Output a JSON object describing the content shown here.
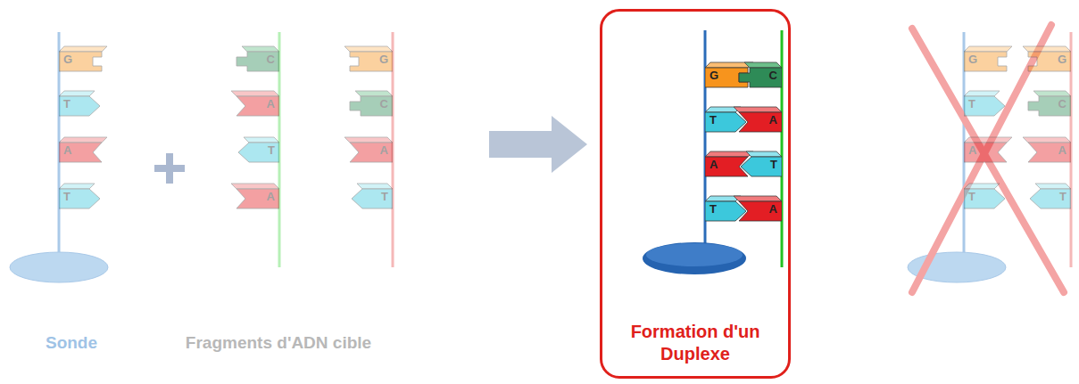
{
  "diagram": {
    "nodes": [
      {
        "text": [
          "G"
        ]
      },
      {
        "text": [
          "T"
        ]
      },
      {
        "text": [
          "A"
        ]
      },
      {
        "text": [
          "T"
        ]
      },
      {
        "text": [
          "C"
        ]
      },
      {
        "text": [
          "A"
        ]
      },
      {
        "text": [
          "T"
        ]
      },
      {
        "text": [
          "A"
        ]
      },
      {
        "text": [
          "G"
        ]
      },
      {
        "text": [
          "C"
        ]
      },
      {
        "text": [
          "A"
        ]
      },
      {
        "text": [
          "T"
        ]
      },
      {
        "text": [
          "Formation d'un Duplexe"
        ]
      },
      {
        "text": [
          "G"
        ],
        "in": 12
      },
      {
        "text": [
          "C"
        ],
        "in": 12
      },
      {
        "text": [
          "T"
        ],
        "in": 12
      },
      {
        "text": [
          "A"
        ],
        "in": 12
      },
      {
        "text": [
          "A"
        ],
        "in": 12
      },
      {
        "text": [
          "T"
        ],
        "in": 12
      },
      {
        "text": [
          "T"
        ],
        "in": 12
      },
      {
        "text": [
          "A"
        ],
        "in": 12
      },
      {
        "text": [
          "G"
        ]
      },
      {
        "text": [
          "G"
        ]
      },
      {
        "text": [
          "T"
        ]
      },
      {
        "text": [
          "C"
        ]
      },
      {
        "text": [
          "A"
        ]
      },
      {
        "text": [
          "A"
        ]
      },
      {
        "text": [
          "T"
        ]
      },
      {
        "text": [
          "T"
        ]
      }
    ],
    "labels": [
      "Sonde",
      "Fragments d'ADN cible"
    ]
  }
}
